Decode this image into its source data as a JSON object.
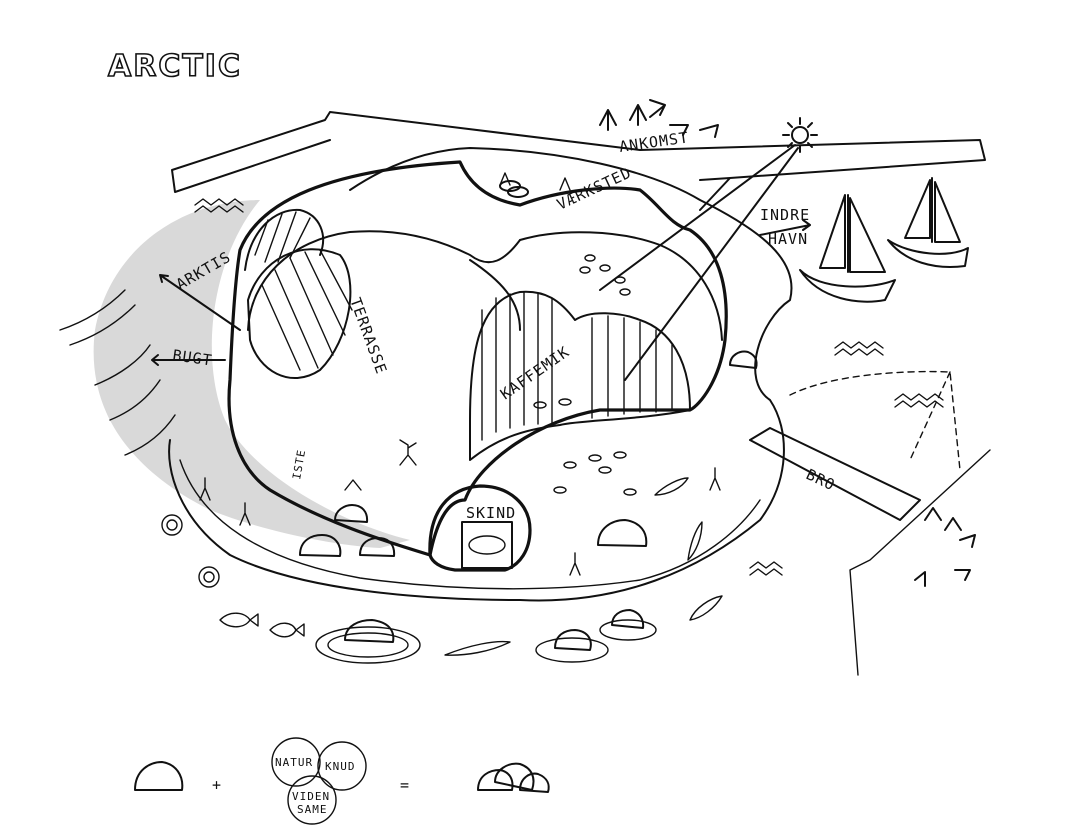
{
  "title": "ARCTIC",
  "labels": {
    "ankomst": "ANKOMST",
    "vaerksted": "VÆRKSTED",
    "indre": "INDRE",
    "havn": "HAVN",
    "arktis": "ARKTIS",
    "terrasse": "TERRASSE",
    "bugt": "BUGT",
    "kaffemik": "KAFFEMIK",
    "skind": "SKIND",
    "bro": "BRO",
    "iste": "ISTE"
  },
  "equation": {
    "natur": "NATUR",
    "knud": "KNUD",
    "viden_line1": "VIDEN",
    "viden_line2": "SAME",
    "plus": "+",
    "equals": "="
  }
}
